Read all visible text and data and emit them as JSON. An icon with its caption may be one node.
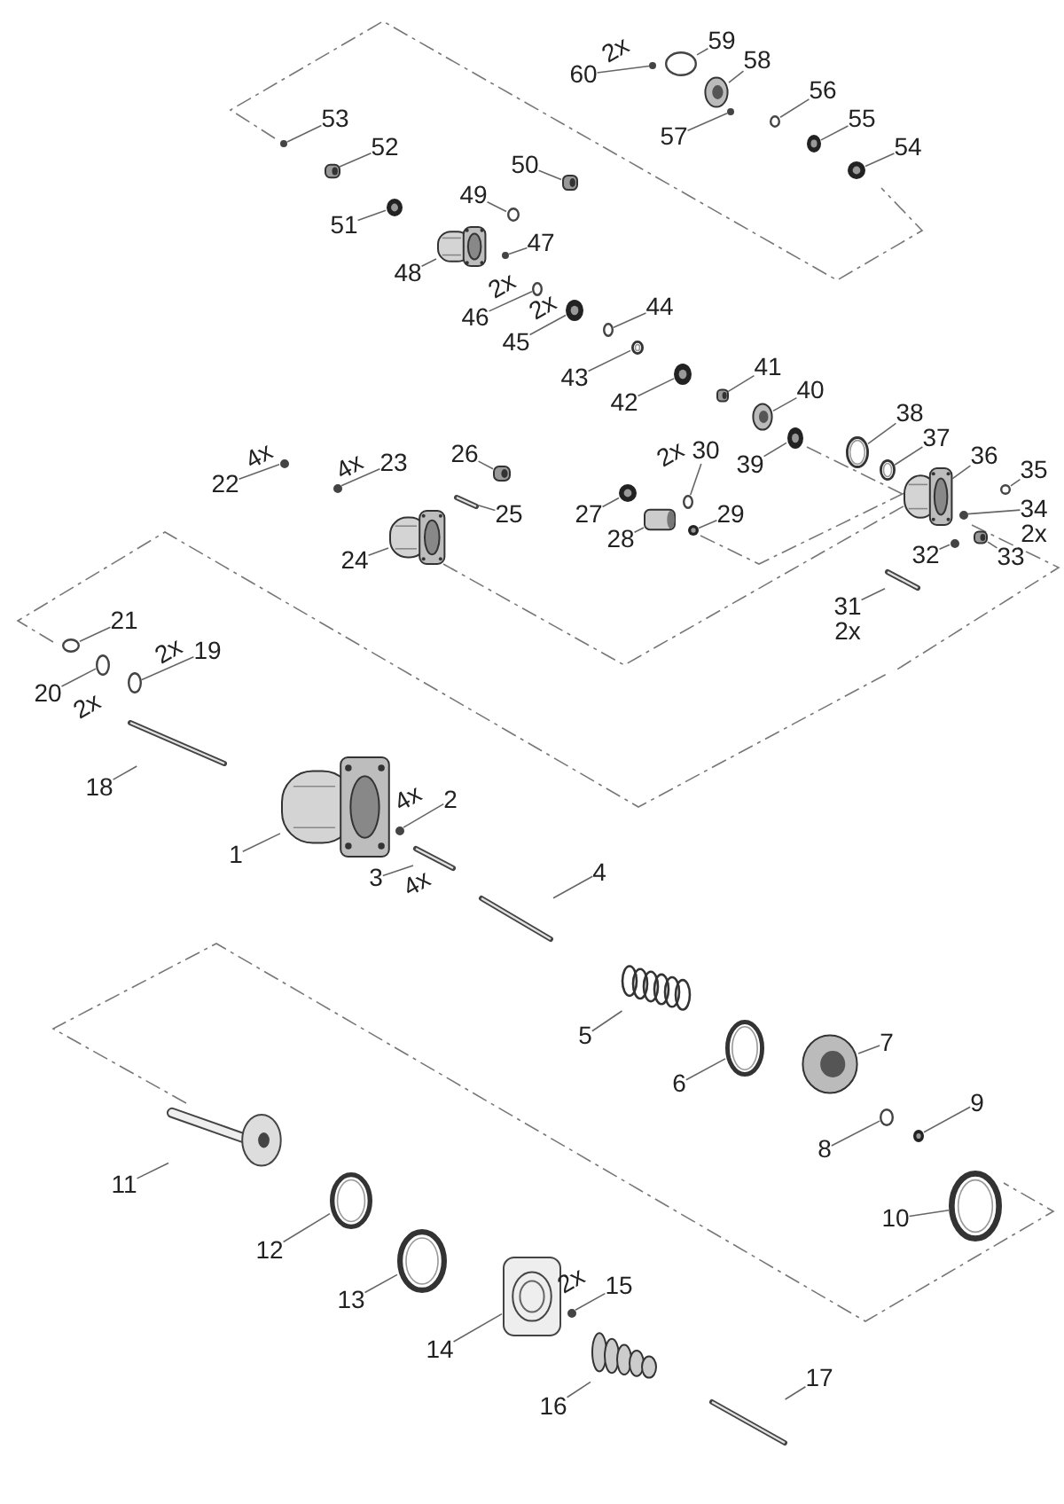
{
  "diagram": {
    "nodes": [
      {
        "text": [
          "1"
        ]
      },
      {
        "text": [
          "2"
        ]
      },
      {
        "text": [
          "3"
        ]
      },
      {
        "text": [
          "4"
        ]
      },
      {
        "text": [
          "5"
        ]
      },
      {
        "text": [
          "6"
        ]
      },
      {
        "text": [
          "7"
        ]
      },
      {
        "text": [
          "8"
        ]
      },
      {
        "text": [
          "9"
        ]
      },
      {
        "text": [
          "10"
        ]
      },
      {
        "text": [
          "11"
        ]
      },
      {
        "text": [
          "12"
        ]
      },
      {
        "text": [
          "13"
        ]
      },
      {
        "text": [
          "14"
        ]
      },
      {
        "text": [
          "15"
        ]
      },
      {
        "text": [
          "16"
        ]
      },
      {
        "text": [
          "17"
        ]
      },
      {
        "text": [
          "18"
        ]
      },
      {
        "text": [
          "19"
        ]
      },
      {
        "text": [
          "20"
        ]
      },
      {
        "text": [
          "21"
        ]
      },
      {
        "text": [
          "22"
        ]
      },
      {
        "text": [
          "23"
        ]
      },
      {
        "text": [
          "24"
        ]
      },
      {
        "text": [
          "25"
        ]
      },
      {
        "text": [
          "26"
        ]
      },
      {
        "text": [
          "27"
        ]
      },
      {
        "text": [
          "28"
        ]
      },
      {
        "text": [
          "29"
        ]
      },
      {
        "text": [
          "30"
        ]
      },
      {
        "text": [
          "31"
        ]
      },
      {
        "text": [
          "32"
        ]
      },
      {
        "text": [
          "33"
        ]
      },
      {
        "text": [
          "34"
        ]
      },
      {
        "text": [
          "35"
        ]
      },
      {
        "text": [
          "36"
        ]
      },
      {
        "text": [
          "37"
        ]
      },
      {
        "text": [
          "38"
        ]
      },
      {
        "text": [
          "39"
        ]
      },
      {
        "text": [
          "40"
        ]
      },
      {
        "text": [
          "41"
        ]
      },
      {
        "text": [
          "42"
        ]
      },
      {
        "text": [
          "43"
        ]
      },
      {
        "text": [
          "44"
        ]
      },
      {
        "text": [
          "45"
        ]
      },
      {
        "text": [
          "46"
        ]
      },
      {
        "text": [
          "47"
        ]
      },
      {
        "text": [
          "48"
        ]
      },
      {
        "text": [
          "49"
        ]
      },
      {
        "text": [
          "50"
        ]
      },
      {
        "text": [
          "51"
        ]
      },
      {
        "text": [
          "52"
        ]
      },
      {
        "text": [
          "53"
        ]
      },
      {
        "text": [
          "54"
        ]
      },
      {
        "text": [
          "55"
        ]
      },
      {
        "text": [
          "56"
        ]
      },
      {
        "text": [
          "57"
        ]
      },
      {
        "text": [
          "58"
        ]
      },
      {
        "text": [
          "59"
        ]
      },
      {
        "text": [
          "60"
        ]
      },
      {
        "text": [],
        "shape": "picture"
      },
      {
        "text": [],
        "shape": "circle"
      },
      {
        "text": [],
        "shape": "picture"
      },
      {
        "text": [],
        "shape": "picture"
      },
      {
        "text": [],
        "shape": "picture"
      },
      {
        "text": [],
        "shape": "picture"
      },
      {
        "text": [],
        "shape": "picture"
      },
      {
        "text": [],
        "shape": "circle"
      },
      {
        "text": [],
        "shape": "picture"
      },
      {
        "text": [],
        "shape": "picture"
      },
      {
        "text": [],
        "shape": "picture"
      },
      {
        "text": [],
        "shape": "picture"
      },
      {
        "text": [],
        "shape": "picture"
      },
      {
        "text": [],
        "shape": "picture"
      },
      {
        "text": [],
        "shape": "circle"
      },
      {
        "text": [],
        "shape": "picture"
      },
      {
        "text": [],
        "shape": "picture"
      },
      {
        "text": [],
        "shape": "picture"
      },
      {
        "text": [],
        "shape": "circle"
      },
      {
        "text": [],
        "shape": "circle"
      },
      {
        "text": [],
        "shape": "circle"
      },
      {
        "text": [],
        "shape": "circle"
      },
      {
        "text": [],
        "shape": "circle"
      },
      {
        "text": [],
        "shape": "picture"
      },
      {
        "text": [],
        "shape": "picture"
      },
      {
        "text": [],
        "shape": "picture"
      },
      {
        "text": [],
        "shape": "picture"
      },
      {
        "text": [],
        "shape": "picture"
      },
      {
        "text": [],
        "shape": "picture"
      },
      {
        "text": [],
        "shape": "circle"
      },
      {
        "text": [],
        "shape": "picture"
      },
      {
        "text": [],
        "shape": "circle"
      },
      {
        "text": [],
        "shape": "picture"
      },
      {
        "text": [],
        "shape": "circle"
      },
      {
        "text": [],
        "shape": "circle"
      },
      {
        "text": [],
        "shape": "picture"
      },
      {
        "text": [],
        "shape": "picture"
      },
      {
        "text": [],
        "shape": "picture"
      },
      {
        "text": [],
        "shape": "picture"
      },
      {
        "text": [],
        "shape": "picture"
      },
      {
        "text": [],
        "shape": "picture"
      },
      {
        "text": [],
        "shape": "picture"
      },
      {
        "text": [],
        "shape": "picture"
      },
      {
        "text": [],
        "shape": "circle"
      },
      {
        "text": [],
        "shape": "picture"
      },
      {
        "text": [],
        "shape": "circle"
      },
      {
        "text": [],
        "shape": "circle"
      },
      {
        "text": [],
        "shape": "picture"
      },
      {
        "text": [],
        "shape": "circle"
      },
      {
        "text": [],
        "shape": "picture"
      },
      {
        "text": [],
        "shape": "picture"
      },
      {
        "text": [],
        "shape": "picture"
      },
      {
        "text": [],
        "shape": "circle"
      },
      {
        "text": [],
        "shape": "picture"
      },
      {
        "text": [],
        "shape": "picture"
      },
      {
        "text": [],
        "shape": "circle"
      },
      {
        "text": [],
        "shape": "circle"
      },
      {
        "text": [],
        "shape": "picture"
      },
      {
        "text": [],
        "shape": "circle"
      },
      {
        "text": [],
        "shape": "circle"
      }
    ],
    "edges": [
      {
        "from": 0,
        "to": 60,
        "arrow": "none"
      },
      {
        "from": 1,
        "to": 61,
        "arrow": "none"
      },
      {
        "from": 2,
        "to": 62,
        "arrow": "none"
      },
      {
        "from": 3,
        "to": 63,
        "arrow": "none"
      },
      {
        "from": 4,
        "to": 64,
        "arrow": "none"
      },
      {
        "from": 5,
        "to": 65,
        "arrow": "none"
      },
      {
        "from": 6,
        "to": 66,
        "arrow": "none"
      },
      {
        "from": 7,
        "to": 67,
        "arrow": "none"
      },
      {
        "from": 8,
        "to": 68,
        "arrow": "none"
      },
      {
        "from": 9,
        "to": 69,
        "arrow": "none"
      },
      {
        "from": 10,
        "to": 70,
        "arrow": "none"
      },
      {
        "from": 11,
        "to": 71,
        "arrow": "none"
      },
      {
        "from": 12,
        "to": 72,
        "arrow": "none"
      },
      {
        "from": 13,
        "to": 73,
        "arrow": "none"
      },
      {
        "from": 14,
        "to": 74,
        "arrow": "none"
      },
      {
        "from": 15,
        "to": 75,
        "arrow": "none"
      },
      {
        "from": 16,
        "to": 76,
        "arrow": "none"
      },
      {
        "from": 17,
        "to": 77,
        "arrow": "none"
      },
      {
        "from": 18,
        "to": 78,
        "arrow": "none"
      },
      {
        "from": 19,
        "to": 79,
        "arrow": "none"
      },
      {
        "from": 20,
        "to": 80,
        "arrow": "none"
      },
      {
        "from": 21,
        "to": 81,
        "arrow": "none"
      },
      {
        "from": 22,
        "to": 82,
        "arrow": "none"
      },
      {
        "from": 23,
        "to": 83,
        "arrow": "none"
      },
      {
        "from": 24,
        "to": 84,
        "arrow": "none"
      },
      {
        "from": 25,
        "to": 85,
        "arrow": "none"
      },
      {
        "from": 26,
        "to": 86,
        "arrow": "none"
      },
      {
        "from": 27,
        "to": 87,
        "arrow": "none"
      },
      {
        "from": 28,
        "to": 88,
        "arrow": "none"
      },
      {
        "from": 29,
        "to": 89,
        "arrow": "none"
      },
      {
        "from": 30,
        "to": 90,
        "arrow": "none"
      },
      {
        "from": 31,
        "to": 91,
        "arrow": "none"
      },
      {
        "from": 32,
        "to": 92,
        "arrow": "none"
      },
      {
        "from": 33,
        "to": 93,
        "arrow": "none"
      },
      {
        "from": 34,
        "to": 94,
        "arrow": "none"
      },
      {
        "from": 35,
        "to": 95,
        "arrow": "none"
      },
      {
        "from": 36,
        "to": 96,
        "arrow": "none"
      },
      {
        "from": 37,
        "to": 97,
        "arrow": "none"
      },
      {
        "from": 38,
        "to": 98,
        "arrow": "none"
      },
      {
        "from": 39,
        "to": 99,
        "arrow": "none"
      },
      {
        "from": 40,
        "to": 100,
        "arrow": "none"
      },
      {
        "from": 41,
        "to": 101,
        "arrow": "none"
      },
      {
        "from": 42,
        "to": 102,
        "arrow": "none"
      },
      {
        "from": 43,
        "to": 103,
        "arrow": "none"
      },
      {
        "from": 44,
        "to": 104,
        "arrow": "none"
      },
      {
        "from": 45,
        "to": 105,
        "arrow": "none"
      },
      {
        "from": 46,
        "to": 106,
        "arrow": "none"
      },
      {
        "from": 47,
        "to": 107,
        "arrow": "none"
      },
      {
        "from": 48,
        "to": 108,
        "arrow": "none"
      },
      {
        "from": 49,
        "to": 109,
        "arrow": "none"
      },
      {
        "from": 50,
        "to": 110,
        "arrow": "none"
      },
      {
        "from": 51,
        "to": 111,
        "arrow": "none"
      },
      {
        "from": 52,
        "to": 112,
        "arrow": "none"
      },
      {
        "from": 53,
        "to": 113,
        "arrow": "none"
      },
      {
        "from": 54,
        "to": 114,
        "arrow": "none"
      },
      {
        "from": 55,
        "to": 115,
        "arrow": "none"
      },
      {
        "from": 56,
        "to": 116,
        "arrow": "none"
      },
      {
        "from": 57,
        "to": 117,
        "arrow": "none"
      },
      {
        "from": 58,
        "to": 118,
        "arrow": "none"
      },
      {
        "from": 59,
        "to": 119,
        "arrow": "none"
      }
    ],
    "labels": [
      "2x",
      "2x",
      "2x",
      "4x",
      "4x",
      "2x",
      "2x",
      "2x",
      "2x",
      "2x",
      "4x",
      "4x",
      "2x"
    ]
  }
}
